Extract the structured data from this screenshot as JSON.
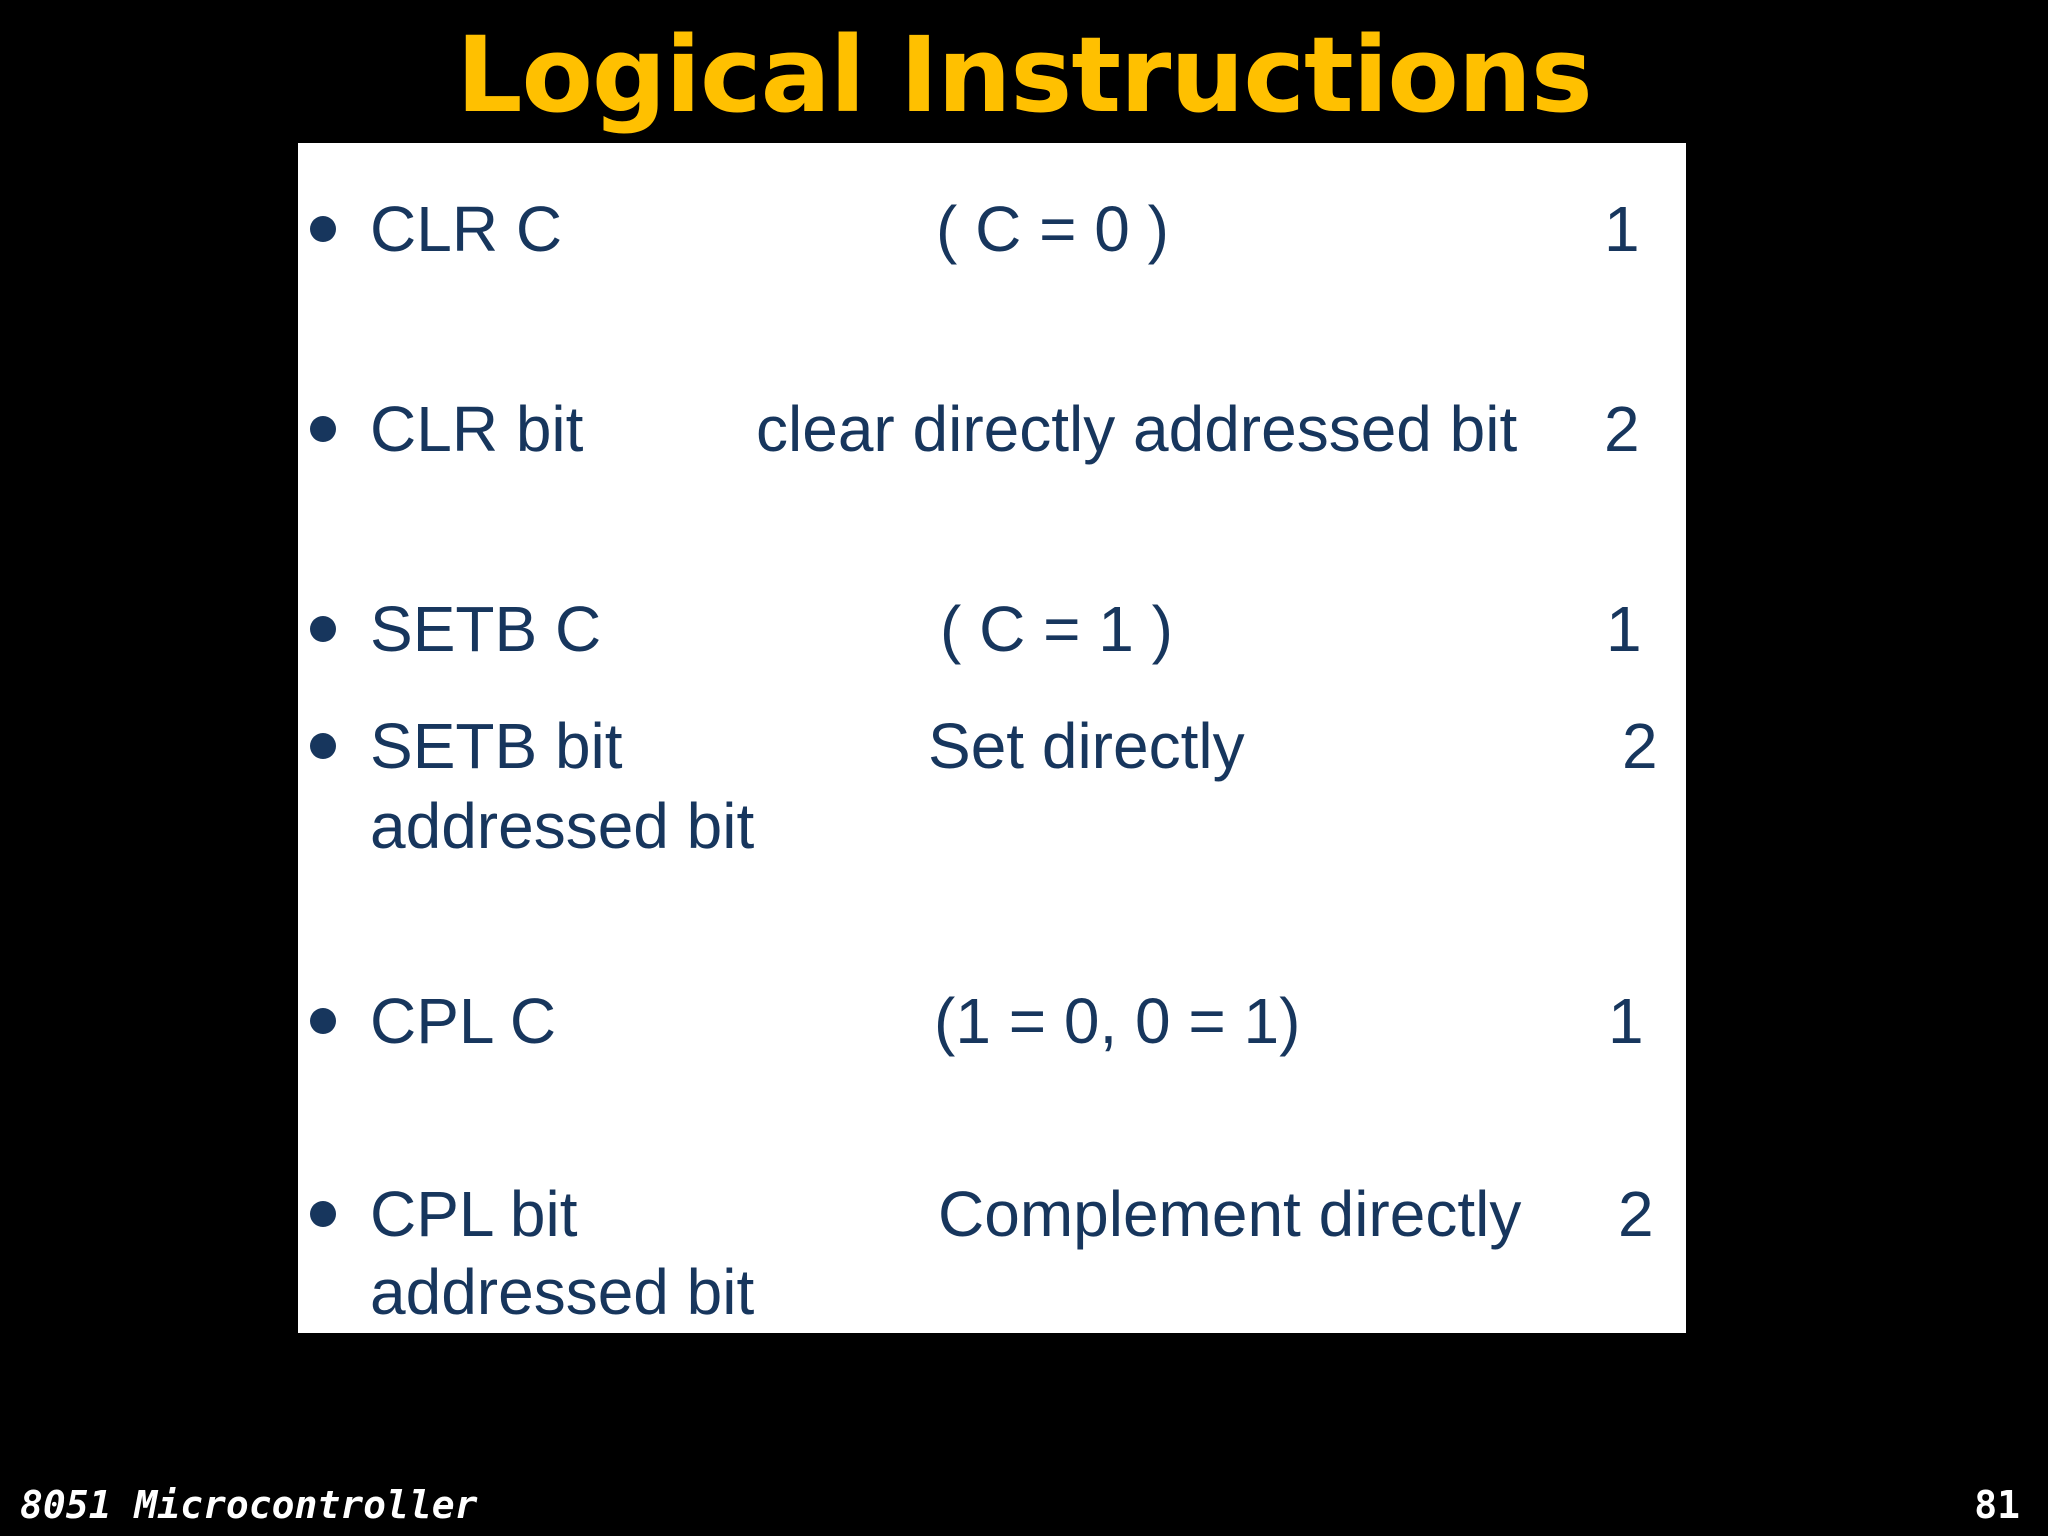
{
  "slide": {
    "title": "Logical Instructions",
    "accent_color": "#FFC000",
    "text_color": "#17365D",
    "background_color": "#000000"
  },
  "instructions": [
    {
      "mnemonic": "CLR C",
      "description": "( C = 0 )",
      "bytes": "1"
    },
    {
      "mnemonic": "CLR bit",
      "description": "clear directly addressed bit",
      "bytes": "2"
    },
    {
      "mnemonic": "SETB C",
      "description": "( C = 1 )",
      "bytes": "1"
    },
    {
      "mnemonic": "SETB bit",
      "description": "Set directly",
      "continuation": "addressed bit",
      "bytes": "2"
    },
    {
      "mnemonic": "CPL C",
      "description": "(1 = 0, 0 = 1)",
      "bytes": "1"
    },
    {
      "mnemonic": "CPL bit",
      "description": "Complement directly",
      "continuation": "addressed bit",
      "bytes": "2"
    }
  ],
  "footer": {
    "course": "8051 Microcontroller",
    "page_number": "81"
  }
}
